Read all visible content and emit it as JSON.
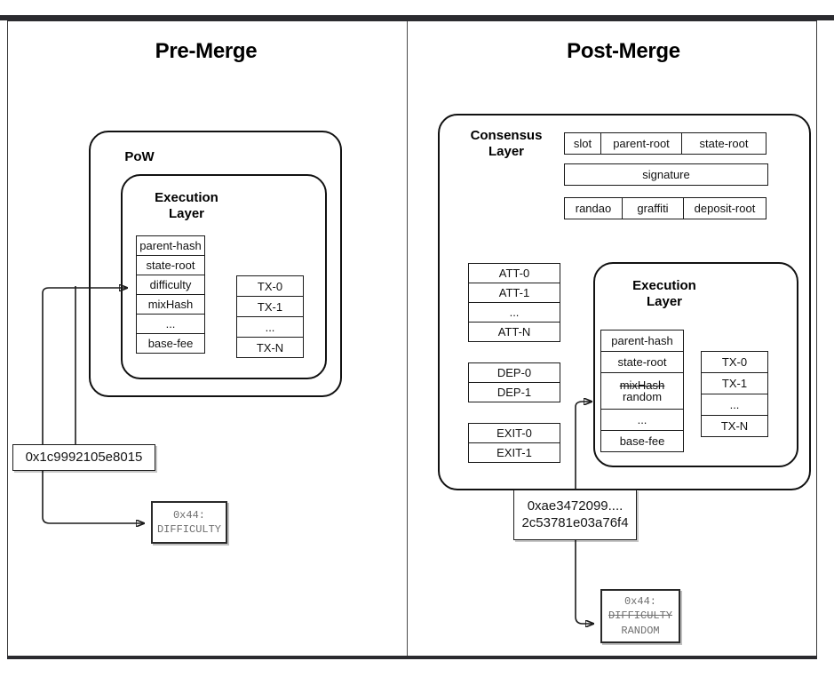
{
  "figure": {
    "top_strip": "",
    "divider": true,
    "panels": [
      {
        "key": "pre",
        "title": "Pre-Merge"
      },
      {
        "key": "post",
        "title": "Post-Merge"
      }
    ]
  },
  "pre_merge": {
    "title": "Pre-Merge",
    "pow_label": "PoW",
    "execution_label": "Execution\nLayer",
    "header_fields": [
      "parent-hash",
      "state-root",
      "difficulty",
      "mixHash",
      "...",
      "base-fee"
    ],
    "transactions": [
      "TX-0",
      "TX-1",
      "...",
      "TX-N"
    ],
    "hash_value": "0x1c9992105e8015",
    "opcode": {
      "number": "0x44:",
      "name": "DIFFICULTY",
      "name_struck": false,
      "replacement": ""
    }
  },
  "post_merge": {
    "title": "Post-Merge",
    "consensus_label": "Consensus\nLayer",
    "execution_label": "Execution\nLayer",
    "consensus_header_row1": [
      "slot",
      "parent-root",
      "state-root"
    ],
    "consensus_header_row2": [
      "signature"
    ],
    "consensus_header_row3": [
      "randao",
      "graffiti",
      "deposit-root"
    ],
    "attestations": [
      "ATT-0",
      "ATT-1",
      "...",
      "ATT-N"
    ],
    "deposits": [
      "DEP-0",
      "DEP-1"
    ],
    "exits": [
      "EXIT-0",
      "EXIT-1"
    ],
    "header_fields": [
      {
        "label": "parent-hash",
        "struck": false,
        "replacement": ""
      },
      {
        "label": "state-root",
        "struck": false,
        "replacement": ""
      },
      {
        "label": "mixHash",
        "struck": true,
        "replacement": "random"
      },
      {
        "label": "...",
        "struck": false,
        "replacement": ""
      },
      {
        "label": "base-fee",
        "struck": false,
        "replacement": ""
      }
    ],
    "transactions": [
      "TX-0",
      "TX-1",
      "...",
      "TX-N"
    ],
    "hash_value_line1": "0xae3472099....",
    "hash_value_line2": "2c53781e03a76f4",
    "opcode": {
      "number": "0x44:",
      "name": "DIFFICULTY",
      "name_struck": true,
      "replacement": "RANDOM"
    }
  },
  "colors": {
    "frame": "#2b2b2f",
    "stroke": "#1b1b1b",
    "opcode_text": "#6f6f6f",
    "background": "#ffffff"
  }
}
